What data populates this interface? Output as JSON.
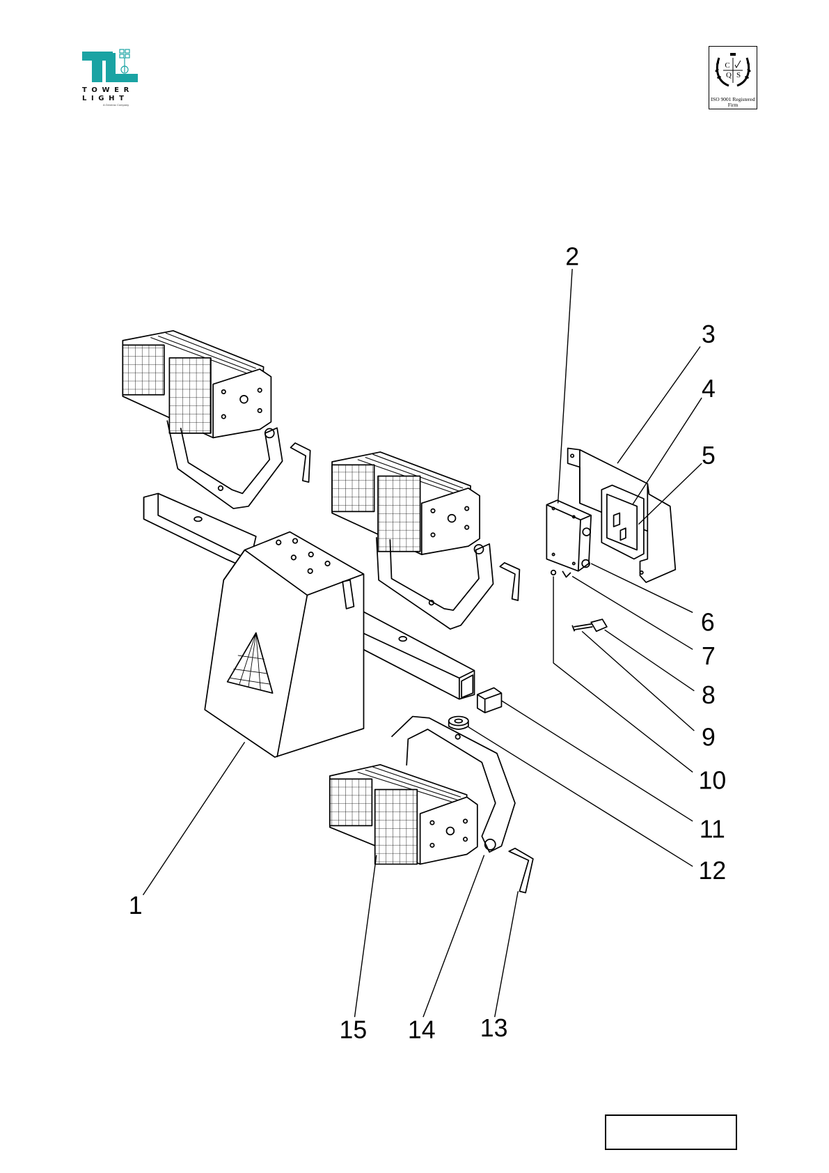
{
  "header": {
    "logo": {
      "brand": "TOWER",
      "line2": "LIGHT",
      "tagline": "A Generac Company"
    },
    "certification": {
      "badge_letters": [
        "C",
        "Q",
        "S"
      ],
      "caption": "ISO 9001 Registered Firm"
    }
  },
  "diagram": {
    "title": "",
    "callouts": [
      "1",
      "2",
      "3",
      "4",
      "5",
      "6",
      "7",
      "8",
      "9",
      "10",
      "11",
      "12",
      "13",
      "14",
      "15"
    ]
  },
  "footer": {
    "reference": ""
  }
}
